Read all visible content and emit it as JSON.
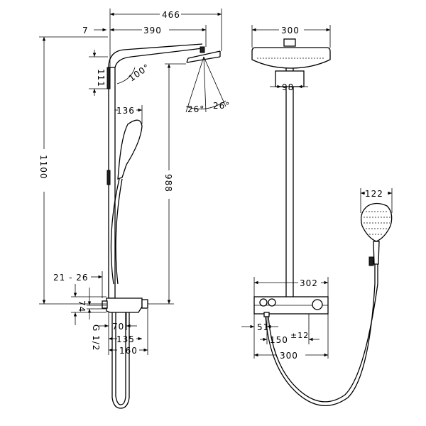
{
  "side_view": {
    "dim_total_width": "466",
    "dim_wall_offset": "7",
    "dim_arm_length": "390",
    "dim_arm_drop": "111",
    "dim_arm_angle": "100°",
    "dim_handshower_width": "136",
    "dim_spray_angle_left": "26°",
    "dim_spray_angle_right": "26°",
    "dim_total_height": "1100",
    "dim_head_height": "988",
    "dim_wall_distance": "21 - 26",
    "dim_thermostat_height": "74",
    "dim_connection": "G 1/2",
    "dim_outlet": "70",
    "dim_depth_135": "135",
    "dim_depth_160": "160"
  },
  "front_view": {
    "dim_head_width": "300",
    "dim_head_connector": "98",
    "dim_handshower_width": "122",
    "dim_thermostat_width": "302",
    "dim_hose_offset": "51",
    "dim_connection_spacing": "150",
    "dim_connection_tolerance": "±12",
    "dim_connection_width": "300"
  }
}
